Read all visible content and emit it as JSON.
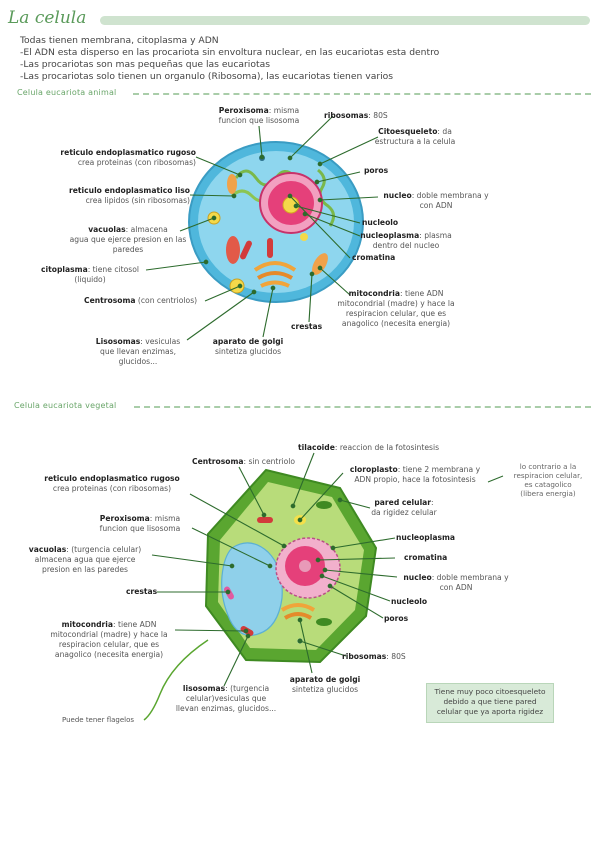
{
  "title": "La celula",
  "intro": [
    "Todas tienen membrana, citoplasma y ADN",
    "-El ADN esta disperso en las procariota sin envoltura nuclear, en las eucariotas esta dentro",
    "-Las procariotas son mas pequeñas que las eucariotas",
    "-Las procariotas solo tienen un organulo (Ribosoma), las eucariotas tienen varios"
  ],
  "animal": {
    "heading": "Celula eucariota animal",
    "peroxisoma": {
      "name": "Peroxisoma",
      "desc": ": misma",
      "desc2": "funcion que lisosoma"
    },
    "ribosomas": {
      "name": "ribosomas",
      "desc": ": 80S"
    },
    "citoesqueleto": {
      "name": "Citoesqueleto",
      "desc": ": da",
      "desc2": "estructura a la celula"
    },
    "poros": {
      "name": "poros"
    },
    "reticulo_rugoso": {
      "name": "reticulo endoplasmatico rugoso",
      "desc": "crea proteinas (con ribosomas)"
    },
    "nucleo": {
      "name": "nucleo",
      "desc": ": doble membrana y",
      "desc2": "con ADN"
    },
    "reticulo_liso": {
      "name": "reticulo endoplasmatico liso",
      "desc": "crea lipidos (sin ribosomas)"
    },
    "nucleolo": {
      "name": "nucleolo"
    },
    "vacuolas": {
      "name": "vacuolas",
      "desc": ": almacena",
      "desc2": "agua que ejerce presion en las",
      "desc3": "paredes"
    },
    "nucleoplasma": {
      "name": "nucleoplasma",
      "desc": ": plasma",
      "desc2": "dentro del nucleo"
    },
    "cromatina": {
      "name": "cromatina"
    },
    "citoplasma": {
      "name": "citoplasma",
      "desc": ": tiene citosol",
      "desc2": "(liquido)"
    },
    "mitocondria": {
      "name": "mitocondria",
      "desc": ": tiene ADN",
      "desc2": "mitocondrial (madre) y hace la",
      "desc3": "respiracion celular, que es",
      "desc4": "anagolico (necesita energia)"
    },
    "centrosoma": {
      "name": "Centrosoma",
      "desc": " (con centriolos)"
    },
    "crestas": {
      "name": "crestas"
    },
    "lisosomas": {
      "name": "Lisosomas",
      "desc": ": vesiculas",
      "desc2": "que llevan enzimas,",
      "desc3": "glucidos..."
    },
    "golgi": {
      "name": "aparato de golgi",
      "desc": "sintetiza glucidos"
    }
  },
  "vegetal": {
    "heading": "Celula eucariota vegetal",
    "tilacoide": {
      "name": "tilacoide",
      "desc": ": reaccion de la fotosintesis"
    },
    "centrosoma": {
      "name": "Centrosoma",
      "desc": ": sin centriolo"
    },
    "cloroplasto": {
      "name": "cloroplasto",
      "desc": ": tiene 2 membrana y",
      "desc2": "ADN propio, hace la fotosintesis"
    },
    "cloro_note": {
      "l1": "lo contrario a la",
      "l2": "respiracion celular,",
      "l3": "es catagolico",
      "l4": "(libera energia)"
    },
    "reticulo_rugoso": {
      "name": "reticulo endoplasmatico rugoso",
      "desc": "crea proteinas (con ribosomas)"
    },
    "pared": {
      "name": "pared celular",
      "desc": ":",
      "desc2": "da rigidez celular"
    },
    "peroxisoma": {
      "name": "Peroxisoma",
      "desc": ": misma",
      "desc2": "funcion que lisosoma"
    },
    "nucleoplasma": {
      "name": "nucleoplasma"
    },
    "vacuolas": {
      "name": "vacuolas",
      "desc": ": (turgencia celular)",
      "desc2": "almacena  agua que ejerce",
      "desc3": "presion en las paredes"
    },
    "cromatina": {
      "name": "cromatina"
    },
    "nucleo": {
      "name": "nucleo",
      "desc": ": doble membrana y",
      "desc2": "con ADN"
    },
    "crestas": {
      "name": "crestas"
    },
    "nucleolo": {
      "name": "nucleolo"
    },
    "poros": {
      "name": "poros"
    },
    "mitocondria": {
      "name": "mitocondria",
      "desc": ": tiene ADN",
      "desc2": "mitocondrial (madre) y hace la",
      "desc3": "respiracion celular, que es",
      "desc4": "anagolico (necesita energia)"
    },
    "ribosomas": {
      "name": "ribosomas",
      "desc": ": 80S"
    },
    "golgi": {
      "name": "aparato de golgi",
      "desc": "sintetiza glucidos"
    },
    "lisosomas": {
      "name": "lisosomas",
      "desc": ": (turgencia",
      "desc2": "celular)vesiculas que",
      "desc3": "llevan enzimas, glucidos..."
    },
    "flagelos": "Puede tener flagelos",
    "box": {
      "l1": "Tiene muy poco citoesqueleto",
      "l2": "debido a que tiene pared",
      "l3": "celular que ya aporta rigidez"
    }
  },
  "colors": {
    "accent": "#5a9a5a",
    "cell_animal": "#7ccde8",
    "cell_vegetal": "#7cc04a",
    "nucleus": "#e5407a"
  }
}
